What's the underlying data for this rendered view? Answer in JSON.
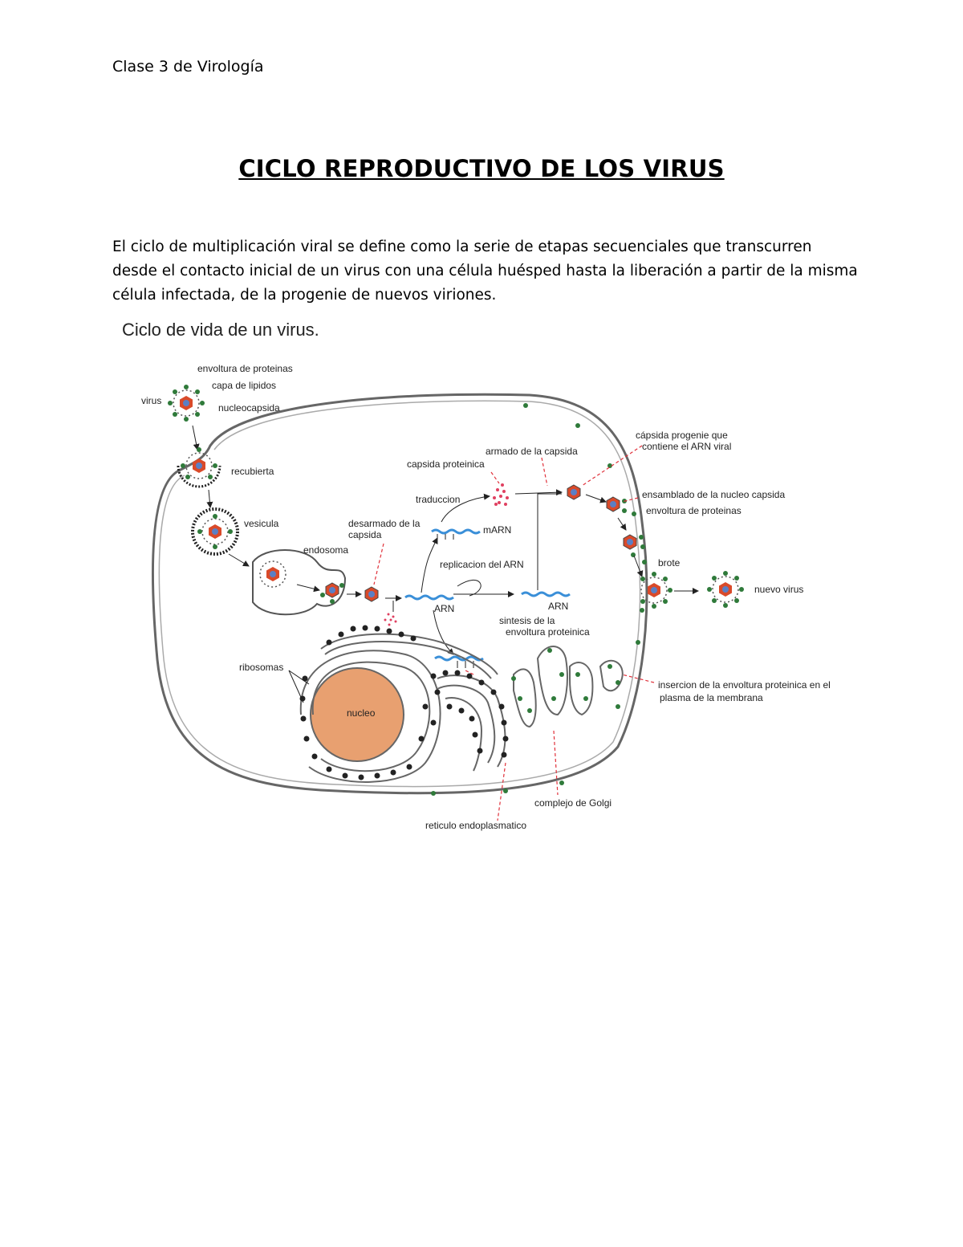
{
  "header": "Clase 3 de Virología",
  "title": "CICLO REPRODUCTIVO DE LOS VIRUS",
  "intro": "El ciclo de multiplicación viral se define como la serie de etapas secuenciales que transcurren desde el contacto inicial de un virus con una célula huésped hasta la liberación a partir de la misma célula infectada, de la progenie de nuevos viriones.",
  "figure": {
    "title": "Ciclo de vida de un virus.",
    "labels": {
      "envoltura": "envoltura de proteinas",
      "capa": "capa de lipidos",
      "virus": "virus",
      "nucleocapsida": "nucleocapsida",
      "recubierta": "recubierta",
      "vesicula": "vesicula",
      "endosoma": "endosoma",
      "desarmado1": "desarmado de la",
      "desarmado2": "capsida",
      "capsida_proteinica": "capsida proteinica",
      "armado": "armado de la capsida",
      "traduccion": "traduccion",
      "marn": "mARN",
      "replicacion": "replicacion del ARN",
      "arn_left": "ARN",
      "arn_right": "ARN",
      "sintesis1": "sintesis de la",
      "sintesis2": "envoltura proteinica",
      "progenie1": "cápsida progenie que",
      "progenie2": "contiene el ARN viral",
      "ensamblado": "ensamblado de la nucleo capsida",
      "envoltura2": "envoltura de proteinas",
      "brote": "brote",
      "nuevo_virus": "nuevo virus",
      "insercion1": "insercion de la envoltura proteinica en el",
      "insercion2": "plasma de la membrana",
      "ribosomas": "ribosomas",
      "nucleo": "nucleo",
      "golgi": "complejo de Golgi",
      "reticulo": "reticulo endoplasmatico"
    }
  }
}
